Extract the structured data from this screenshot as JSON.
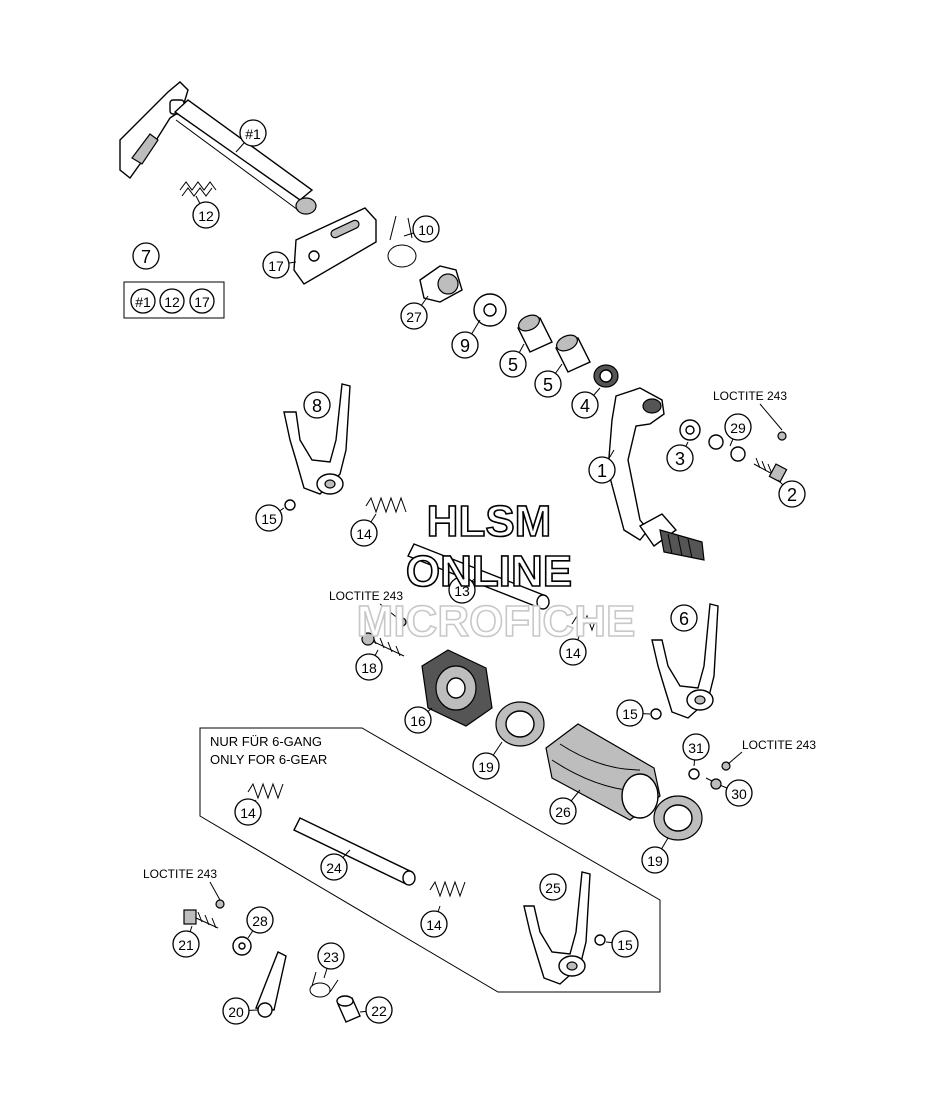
{
  "diagram": {
    "callouts": [
      {
        "id": "c1",
        "label": "#1"
      },
      {
        "id": "c12a",
        "label": "12"
      },
      {
        "id": "c7",
        "label": "7"
      },
      {
        "id": "c7kit1",
        "label": "#1"
      },
      {
        "id": "c7kit12",
        "label": "12"
      },
      {
        "id": "c7kit17",
        "label": "17"
      },
      {
        "id": "c17",
        "label": "17"
      },
      {
        "id": "c10",
        "label": "10"
      },
      {
        "id": "c27",
        "label": "27"
      },
      {
        "id": "c9",
        "label": "9"
      },
      {
        "id": "c5a",
        "label": "5"
      },
      {
        "id": "c5b",
        "label": "5"
      },
      {
        "id": "c4",
        "label": "4"
      },
      {
        "id": "c8",
        "label": "8"
      },
      {
        "id": "c3",
        "label": "3"
      },
      {
        "id": "c29",
        "label": "29"
      },
      {
        "id": "c1b",
        "label": "1"
      },
      {
        "id": "c2",
        "label": "2"
      },
      {
        "id": "c15a",
        "label": "15"
      },
      {
        "id": "c14a",
        "label": "14"
      },
      {
        "id": "c13",
        "label": "13"
      },
      {
        "id": "c18",
        "label": "18"
      },
      {
        "id": "c14b",
        "label": "14"
      },
      {
        "id": "c6",
        "label": "6"
      },
      {
        "id": "c16",
        "label": "16"
      },
      {
        "id": "c15b",
        "label": "15"
      },
      {
        "id": "c31",
        "label": "31"
      },
      {
        "id": "c30",
        "label": "30"
      },
      {
        "id": "c19a",
        "label": "19"
      },
      {
        "id": "c26",
        "label": "26"
      },
      {
        "id": "c19b",
        "label": "19"
      },
      {
        "id": "c14c",
        "label": "14"
      },
      {
        "id": "c24",
        "label": "24"
      },
      {
        "id": "c25",
        "label": "25"
      },
      {
        "id": "c14d",
        "label": "14"
      },
      {
        "id": "c15c",
        "label": "15"
      },
      {
        "id": "c21",
        "label": "21"
      },
      {
        "id": "c28",
        "label": "28"
      },
      {
        "id": "c23",
        "label": "23"
      },
      {
        "id": "c20",
        "label": "20"
      },
      {
        "id": "c22",
        "label": "22"
      }
    ],
    "loctite_labels": [
      "LOCTITE 243",
      "LOCTITE 243",
      "LOCTITE 243",
      "LOCTITE 243"
    ],
    "note": {
      "line1": "NUR FÜR 6-GANG",
      "line2": "ONLY FOR 6-GEAR"
    },
    "watermark": {
      "line1": "HLSM",
      "line2": "ONLINE",
      "line3": "MICROFICHE"
    }
  }
}
